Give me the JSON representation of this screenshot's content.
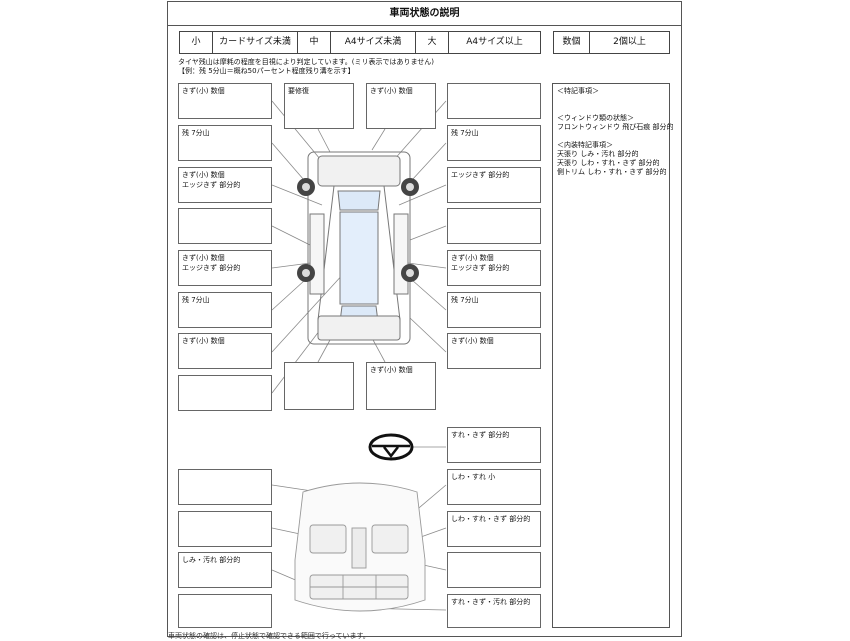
{
  "title": "車両状態の説明",
  "legend": [
    {
      "key": "小",
      "label": "カードサイズ未満"
    },
    {
      "key": "中",
      "label": "A4サイズ未満"
    },
    {
      "key": "大",
      "label": "A4サイズ以上"
    }
  ],
  "count": {
    "key": "数個",
    "label": "2個以上"
  },
  "notes": {
    "line1": "タイヤ残山は摩耗の程度を目視により判定しています。(ミリ表示ではありません)",
    "line2": "【例：残 5分山＝概ね50パーセント程度残り溝を示す】"
  },
  "exterior_boxes": [
    {
      "lines": [
        "きず(小) 数個"
      ]
    },
    {
      "lines": [
        "要修復"
      ]
    },
    {
      "lines": [
        "きず(小) 数個"
      ]
    },
    {
      "lines": [
        ""
      ]
    },
    {
      "lines": [
        "残 7分山"
      ]
    },
    {
      "lines": [
        "残 7分山"
      ]
    },
    {
      "lines": [
        "きず(小) 数個",
        "エッジきず 部分的"
      ]
    },
    {
      "lines": [
        "エッジきず 部分的"
      ]
    },
    {
      "lines": [
        ""
      ]
    },
    {
      "lines": [
        ""
      ]
    },
    {
      "lines": [
        "きず(小) 数個",
        "エッジきず 部分的"
      ]
    },
    {
      "lines": [
        "きず(小) 数個",
        "エッジきず 部分的"
      ]
    },
    {
      "lines": [
        "残 7分山"
      ]
    },
    {
      "lines": [
        "残 7分山"
      ]
    },
    {
      "lines": [
        "きず(小) 数個"
      ]
    },
    {
      "lines": [
        "きず(小) 数個"
      ]
    },
    {
      "lines": [
        ""
      ]
    },
    {
      "lines": [
        ""
      ]
    },
    {
      "lines": [
        "きず(小) 数個"
      ]
    },
    {
      "lines": [
        "すれ・きず 部分的"
      ]
    }
  ],
  "interior_boxes": [
    {
      "lines": [
        ""
      ]
    },
    {
      "lines": [
        "しわ・すれ 小"
      ]
    },
    {
      "lines": [
        ""
      ]
    },
    {
      "lines": [
        "しわ・すれ・きず 部分的"
      ]
    },
    {
      "lines": [
        "しみ・汚れ 部分的"
      ]
    },
    {
      "lines": [
        ""
      ]
    },
    {
      "lines": [
        ""
      ]
    },
    {
      "lines": [
        "すれ・きず・汚れ 部分的"
      ]
    }
  ],
  "panel": {
    "heading": "＜特記事項＞",
    "window_heading": "＜ウィンドウ類の状態＞",
    "window_lines": [
      "フロントウィンドウ 飛び石痕 部分的"
    ],
    "interior_heading": "＜内装特記事項＞",
    "interior_lines": [
      "天張り しみ・汚れ 部分的",
      "天張り しわ・すれ・きず 部分的",
      "側トリム しわ・すれ・きず 部分的"
    ]
  },
  "footer": "車両状態の確認は、停止状態で確認できる範囲で行っています。"
}
